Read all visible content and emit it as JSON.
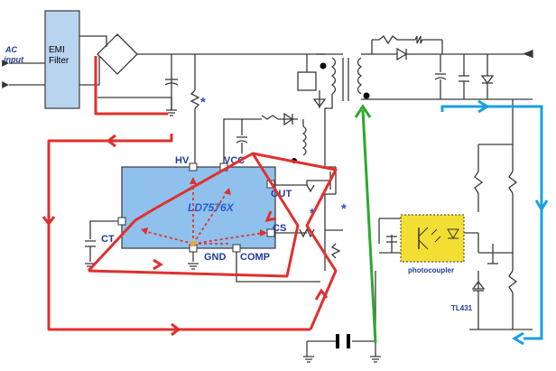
{
  "ac_input": {
    "line1": "AC",
    "line2": "input"
  },
  "emi_filter": {
    "line1": "EMI",
    "line2": "Filter"
  },
  "ic": {
    "name": "LD7576X",
    "pins": {
      "hv": "HV",
      "vcc": "VCC",
      "out": "OUT",
      "cs": "CS",
      "ct": "CT",
      "gnd": "GND",
      "comp": "COMP"
    }
  },
  "photocoupler": "photocoupler",
  "tl431": "TL431",
  "markers": {
    "star": "*"
  },
  "colors": {
    "wire": "#3a3a3a",
    "ic_fill": "#8fc1ec",
    "emi_fill": "#b8d4ef",
    "primary_loop": "#e0302e",
    "secondary_loop": "#1aa0e0",
    "feedback": "#2ea82e",
    "photocoupler_fill": "#f3df33",
    "internal_arrows": "#e0302e"
  }
}
